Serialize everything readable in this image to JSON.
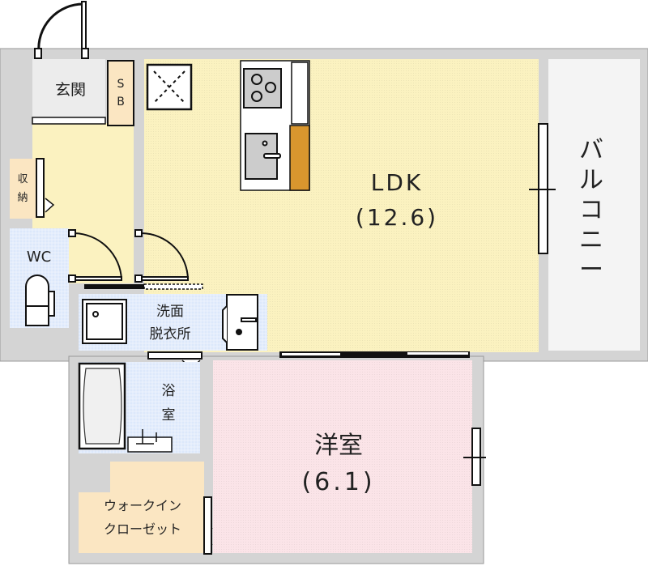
{
  "colors": {
    "wall": "#d4d4d4",
    "ldk_floor": "#fbf2c0",
    "wet_floor": "#dce8fb",
    "western_floor": "#fbe4e8",
    "storage_floor": "#fbe6c2",
    "entrance_floor": "#ececec",
    "kitchen_accent": "#d9962e"
  },
  "rooms": {
    "entrance": "玄関",
    "shoebox": [
      "S",
      "B"
    ],
    "storage": [
      "収",
      "納"
    ],
    "wc": "WC",
    "washroom": [
      "洗面",
      "脱衣所"
    ],
    "bathroom": [
      "浴",
      "室"
    ],
    "walk_in_closet": [
      "ウォークイン",
      "クローゼット"
    ],
    "ldk": {
      "name": "LDK",
      "size": "(12.6)"
    },
    "western_room": {
      "name": "洋室",
      "size": "(6.1)"
    },
    "balcony": [
      "バ",
      "ル",
      "コ",
      "ニ",
      "ー"
    ]
  }
}
